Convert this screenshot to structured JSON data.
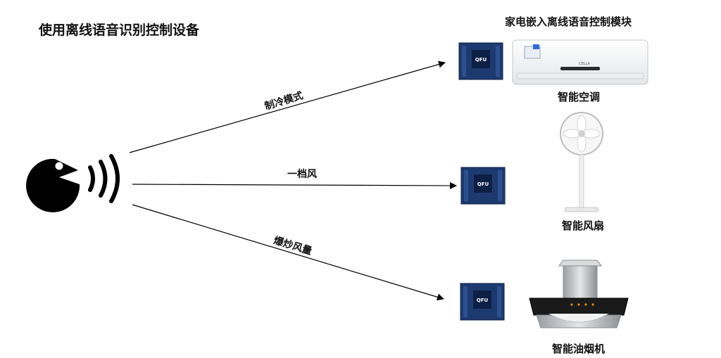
{
  "title": "使用离线语音识别控制设备",
  "subtitle": "家电嵌入离线语音控制模块",
  "commands": [
    {
      "text": "制冷模式"
    },
    {
      "text": "一档风"
    },
    {
      "text": "爆炒风量"
    }
  ],
  "devices": [
    {
      "label": "智能空调",
      "icon": "air-conditioner-icon"
    },
    {
      "label": "智能风扇",
      "icon": "fan-icon"
    },
    {
      "label": "智能油烟机",
      "icon": "range-hood-icon"
    }
  ],
  "module_chip_text": "QFU",
  "ac_brand_text": "CELLA",
  "colors": {
    "pcb": "#1d3a70",
    "pcb_dark": "#0e1f45",
    "hood_glass": "#1a1a1a",
    "hood_led": "#e08a1e",
    "steel": "#c8cbce"
  }
}
